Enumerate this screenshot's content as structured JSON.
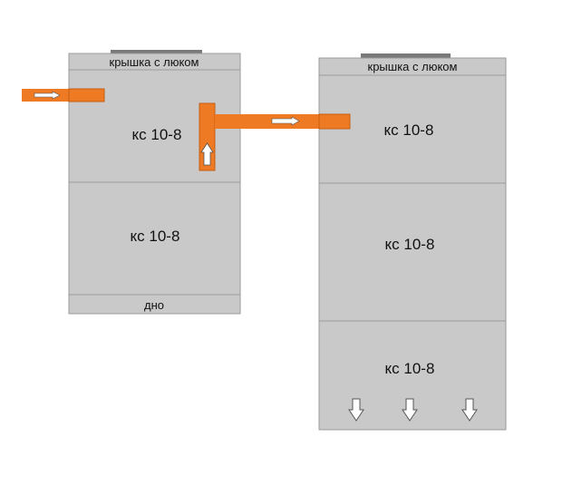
{
  "colors": {
    "ring": "#c9c9c9",
    "stroke": "#9a9a9a",
    "pipe": "#ee7a24",
    "pipe_stroke": "#c45e12",
    "handle": "#7a7a7a",
    "arrow": "#ffffff",
    "arrow_stroke": "#555555",
    "text": "#111111"
  },
  "left_well": {
    "cover_label": "крышка с люком",
    "ring_labels": [
      "кс 10-8",
      "кс 10-8"
    ],
    "bottom_label": "дно"
  },
  "right_well": {
    "cover_label": "крышка с люком",
    "ring_labels": [
      "кс 10-8",
      "кс 10-8",
      "кс 10-8"
    ],
    "drain_arrows": [
      "down-arrow",
      "down-arrow",
      "down-arrow"
    ]
  },
  "pipes": {
    "inlet_arrow": "right-arrow",
    "riser_arrow": "up-arrow",
    "overflow_arrow": "right-arrow"
  }
}
